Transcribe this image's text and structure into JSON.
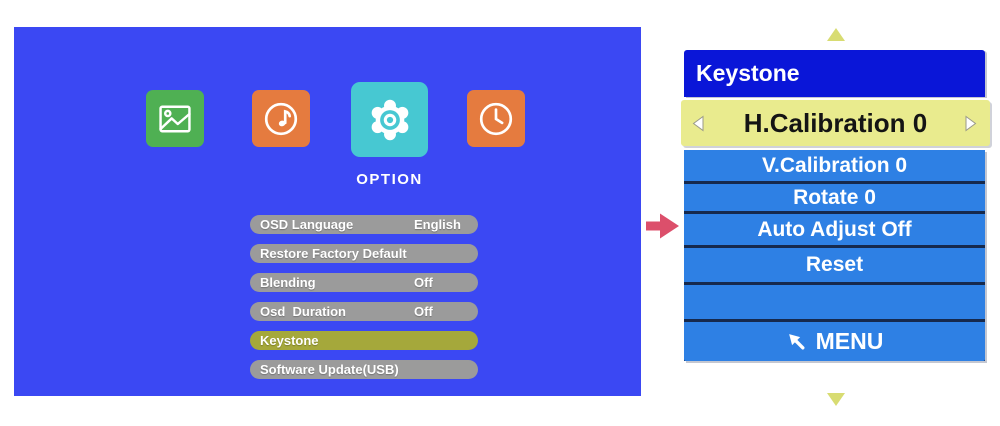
{
  "page": {
    "background": "#ffffff"
  },
  "osd": {
    "panel_color": "#3b48f3",
    "category_label": "OPTION",
    "tabs": [
      {
        "name": "Picture",
        "icon": "picture-icon",
        "color": "#4fb053",
        "selected": false
      },
      {
        "name": "Sound",
        "icon": "music-note-icon",
        "color": "#e57b3f",
        "selected": false
      },
      {
        "name": "Option",
        "icon": "gear-icon",
        "color": "#47c8d2",
        "selected": true
      },
      {
        "name": "Time",
        "icon": "clock-icon",
        "color": "#e57b3f",
        "selected": false
      }
    ],
    "menu_items": [
      {
        "label": "OSD Language",
        "value": "English",
        "highlighted": false
      },
      {
        "label": "Restore Factory Default",
        "value": "",
        "highlighted": false
      },
      {
        "label": "Blending",
        "value": "Off",
        "highlighted": false
      },
      {
        "label": "Osd  Duration",
        "value": "Off",
        "highlighted": false
      },
      {
        "label": "Keystone",
        "value": "",
        "highlighted": true
      },
      {
        "label": "Software Update(USB)",
        "value": "",
        "highlighted": false
      }
    ],
    "colors": {
      "pill": "#9b9b9b",
      "pill_highlight": "#a5a83b",
      "pill_text": "#ffffff"
    }
  },
  "pointer": {
    "shape": "right-arrow",
    "color": "#dc4f6b"
  },
  "submenu": {
    "title": "Keystone",
    "title_bar_color": "#0a16d8",
    "row_color": "#2e80e4",
    "selected_row_color": "#e9eb8e",
    "selected_item": "H.Calibration 0",
    "items": [
      "V.Calibration 0",
      "Rotate 0",
      "Auto Adjust Off",
      "Reset",
      ""
    ],
    "menu_label": "MENU",
    "scroll_indicator_color": "#d8dc72"
  }
}
